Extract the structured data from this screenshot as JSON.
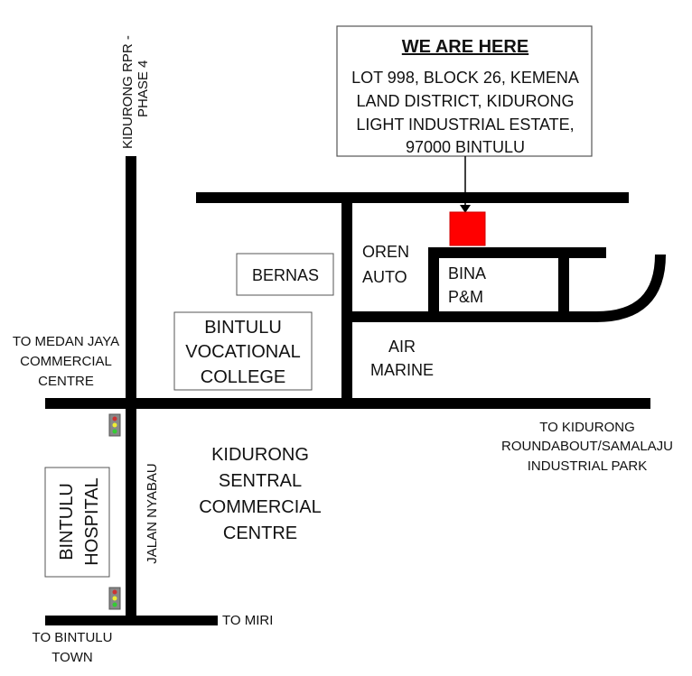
{
  "callout": {
    "title": "WE ARE HERE",
    "lines": [
      "LOT 998, BLOCK 26, KEMENA",
      "LAND DISTRICT, KIDURONG",
      "LIGHT INDUSTRIAL ESTATE,",
      "97000 BINTULU"
    ]
  },
  "labels": {
    "kidurong_rpr": [
      "KIDURONG RPR -",
      "PHASE 4"
    ],
    "medan_jaya": [
      "TO MEDAN JAYA",
      "COMMERCIAL",
      "CENTRE"
    ],
    "bernas": "BERNAS",
    "vocational": [
      "BINTULU",
      "VOCATIONAL",
      "COLLEGE"
    ],
    "oren_auto": [
      "OREN",
      "AUTO"
    ],
    "bina": [
      "BINA",
      "P&M"
    ],
    "air_marine": [
      "AIR",
      "MARINE"
    ],
    "kidurong_roundabout": [
      "TO KIDURONG",
      "ROUNDABOUT/SAMALAJU",
      "INDUSTRIAL PARK"
    ],
    "kidurong_sentral": [
      "KIDURONG",
      "SENTRAL",
      "COMMERCIAL",
      "CENTRE"
    ],
    "hospital": [
      "BINTULU",
      "HOSPITAL"
    ],
    "jalan_nyabau": "JALAN NYABAU",
    "to_miri": "TO MIRI",
    "bintulu_town": [
      "TO BINTULU",
      "TOWN"
    ]
  },
  "colors": {
    "marker": "#ff0000",
    "road": "#000000"
  }
}
